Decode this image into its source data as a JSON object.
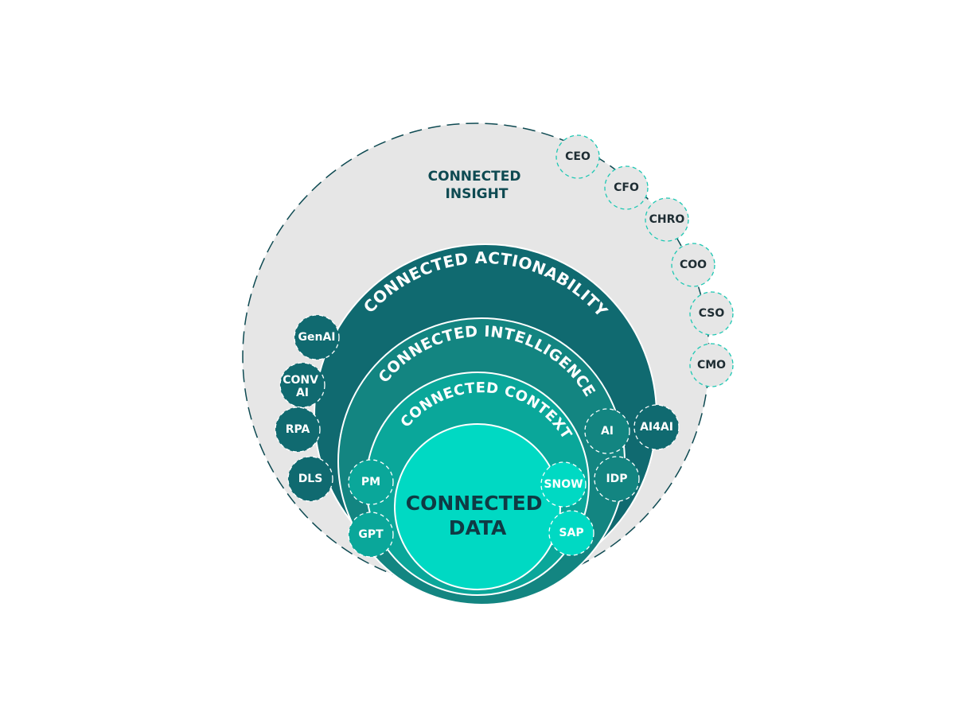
{
  "colors": {
    "insight_fill": "#e6e6e6",
    "insight_border": "#0e4a52",
    "actionability_fill": "#106a70",
    "intelligence_fill": "#138581",
    "context_fill": "#0aa79a",
    "data_fill": "#00d9c3",
    "exec_border": "#1ec8b3",
    "node_border": "#ffffff"
  },
  "layers": {
    "insight": {
      "line1": "CONNECTED",
      "line2": "INSIGHT"
    },
    "actionability": {
      "label": "CONNECTED ACTIONABILITY"
    },
    "intelligence": {
      "label": "CONNECTED INTELLIGENCE"
    },
    "context": {
      "label": "CONNECTED CONTEXT"
    },
    "data": {
      "line1": "CONNECTED",
      "line2": "DATA"
    }
  },
  "executives": [
    {
      "label": "CEO"
    },
    {
      "label": "CFO"
    },
    {
      "label": "CHRO"
    },
    {
      "label": "COO"
    },
    {
      "label": "CSO"
    },
    {
      "label": "CMO"
    }
  ],
  "actionability_nodes": [
    {
      "line1": "GenAI",
      "line2": ""
    },
    {
      "line1": "CONV",
      "line2": "AI"
    },
    {
      "line1": "RPA",
      "line2": ""
    },
    {
      "line1": "DLS",
      "line2": ""
    },
    {
      "line1": "AI4AI",
      "line2": ""
    }
  ],
  "intelligence_nodes": [
    {
      "label": "AI"
    },
    {
      "label": "IDP"
    }
  ],
  "context_nodes": [
    {
      "label": "PM"
    },
    {
      "label": "GPT"
    }
  ],
  "data_nodes": [
    {
      "label": "SNOW"
    },
    {
      "label": "SAP"
    }
  ]
}
